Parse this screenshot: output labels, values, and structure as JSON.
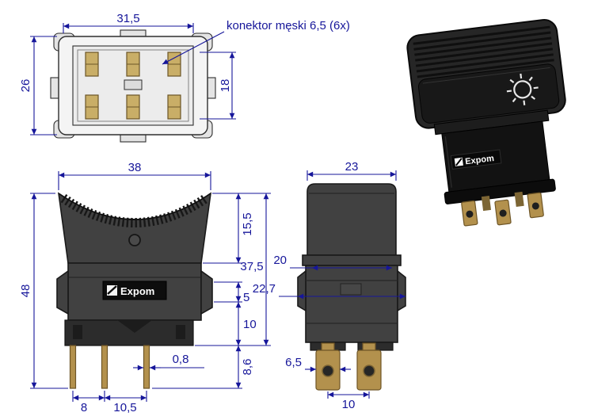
{
  "colors": {
    "dimension": "#16169A",
    "outline": "#2e2e2e",
    "body_dark": "#414141",
    "pin_gold": "#b3914d",
    "background": "#ffffff"
  },
  "annotation": {
    "connector_label": "konektor męski 6,5 (6x)"
  },
  "brand": {
    "name": "Expom"
  },
  "views": {
    "top": {
      "dims": {
        "width": "31,5",
        "height": "26",
        "pin_field": "18"
      }
    },
    "front": {
      "dims": {
        "width": "38",
        "height": "48",
        "rocker_height": "15,5",
        "body_depth": "37,5",
        "clip_height": "5",
        "lower_height": "10",
        "pin_length": "8,6",
        "pin_thickness": "0,8",
        "pin_pitch_a": "8",
        "pin_pitch_b": "10,5"
      }
    },
    "side": {
      "dims": {
        "width": "23",
        "upper_width": "20",
        "body_width": "22,7",
        "terminal_width": "6,5",
        "terminal_pitch": "10"
      }
    }
  }
}
